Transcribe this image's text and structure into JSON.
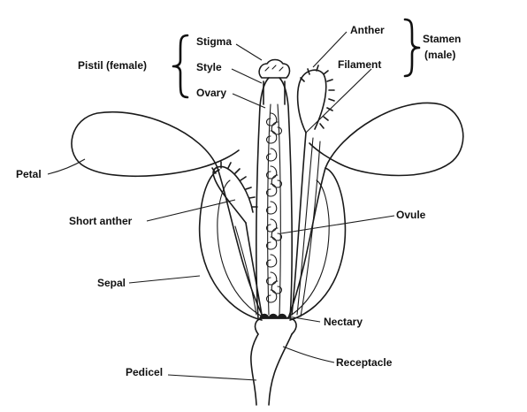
{
  "labels": {
    "stigma": "Stigma",
    "style": "Style",
    "ovary": "Ovary",
    "pistil": "Pistil (female)",
    "anther": "Anther",
    "filament": "Filament",
    "stamen_line1": "Stamen",
    "stamen_line2": "(male)",
    "petal": "Petal",
    "short_anther": "Short anther",
    "ovule": "Ovule",
    "sepal": "Sepal",
    "nectary": "Nectary",
    "pedicel": "Pedicel",
    "receptacle": "Receptacle"
  },
  "colors": {
    "line": "#1a1a1a",
    "background": "#ffffff"
  }
}
